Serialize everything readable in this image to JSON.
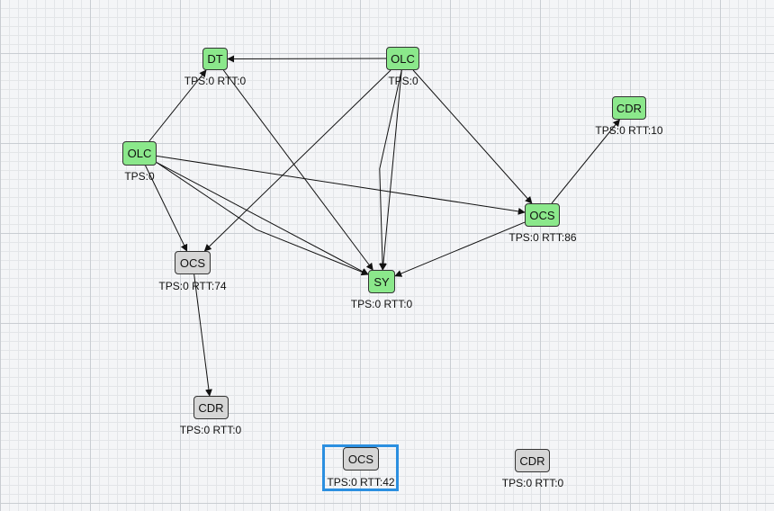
{
  "nodes": [
    {
      "id": "dt",
      "label": "DT",
      "stats": "TPS:0 RTT:0",
      "status": "green"
    },
    {
      "id": "olc1",
      "label": "OLC",
      "stats": "TPS:0",
      "status": "green"
    },
    {
      "id": "olc2",
      "label": "OLC",
      "stats": "TPS:0",
      "status": "green"
    },
    {
      "id": "cdr1",
      "label": "CDR",
      "stats": "TPS:0 RTT:10",
      "status": "green"
    },
    {
      "id": "ocs1",
      "label": "OCS",
      "stats": "TPS:0 RTT:86",
      "status": "green"
    },
    {
      "id": "ocs2",
      "label": "OCS",
      "stats": "TPS:0 RTT:74",
      "status": "gray"
    },
    {
      "id": "sy",
      "label": "SY",
      "stats": "TPS:0 RTT:0",
      "status": "green"
    },
    {
      "id": "cdr2",
      "label": "CDR",
      "stats": "TPS:0 RTT:0",
      "status": "gray"
    },
    {
      "id": "ocs3",
      "label": "OCS",
      "stats": "TPS:0 RTT:42",
      "status": "gray",
      "selected": true
    },
    {
      "id": "cdr3",
      "label": "CDR",
      "stats": "TPS:0 RTT:0",
      "status": "gray"
    }
  ],
  "edges": [
    {
      "from": "olc1",
      "to": "dt"
    },
    {
      "from": "olc1",
      "to": "ocs2"
    },
    {
      "from": "olc1",
      "to": "sy"
    },
    {
      "from": "olc1",
      "to": "sy"
    },
    {
      "from": "olc1",
      "to": "ocs1"
    },
    {
      "from": "olc2",
      "to": "dt"
    },
    {
      "from": "olc2",
      "to": "ocs2"
    },
    {
      "from": "olc2",
      "to": "sy"
    },
    {
      "from": "olc2",
      "to": "sy"
    },
    {
      "from": "olc2",
      "to": "ocs1"
    },
    {
      "from": "dt",
      "to": "sy"
    },
    {
      "from": "ocs1",
      "to": "sy"
    },
    {
      "from": "ocs1",
      "to": "cdr1"
    },
    {
      "from": "ocs2",
      "to": "cdr2"
    }
  ],
  "colors": {
    "active": "#8be88b",
    "inactive": "#d6d6d6",
    "selection": "#2b8fe0",
    "edge": "#111111"
  }
}
